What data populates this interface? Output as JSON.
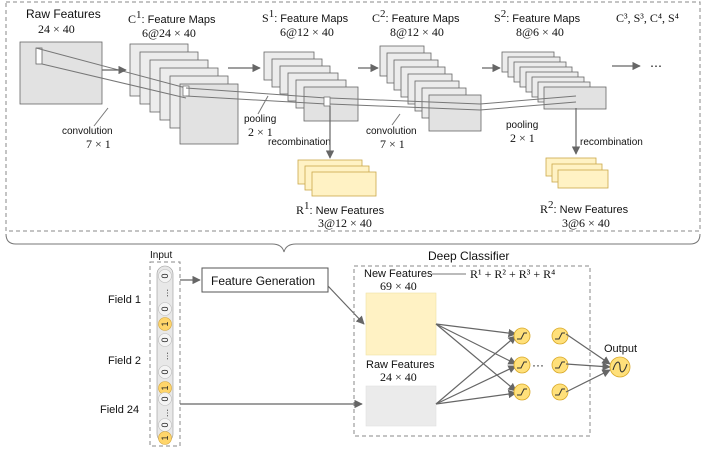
{
  "top": {
    "raw": {
      "title": "Raw Features",
      "dim": "24 × 40"
    },
    "c1": {
      "sym": "C",
      "sup": "1",
      "label": ": Feature Maps",
      "dim": "6@24 × 40"
    },
    "s1": {
      "sym": "S",
      "sup": "1",
      "label": ": Feature Maps",
      "dim": "6@12 × 40"
    },
    "c2": {
      "sym": "C",
      "sup": "2",
      "label": ": Feature Maps",
      "dim": "8@12 × 40"
    },
    "s2": {
      "sym": "S",
      "sup": "2",
      "label": ": Feature Maps",
      "dim": "8@6 × 40"
    },
    "rest": "C³, S³, C⁴, S⁴",
    "ellipsis": "⋯",
    "conv1": {
      "name": "convolution",
      "size": "7 × 1"
    },
    "pool1": {
      "name": "pooling",
      "size": "2 × 1"
    },
    "conv2": {
      "name": "convolution",
      "size": "7 × 1"
    },
    "pool2": {
      "name": "pooling",
      "size": "2 × 1"
    },
    "recomb1": "recombination",
    "recomb2": "recombination",
    "r1": {
      "sym": "R",
      "sup": "1",
      "label": ": New Features",
      "dim": "3@12 × 40"
    },
    "r2": {
      "sym": "R",
      "sup": "2",
      "label": ": New Features",
      "dim": "3@6 × 40"
    }
  },
  "bottom": {
    "input_title": "Input",
    "feature_generation": "Feature Generation",
    "fields": [
      "Field 1",
      "Field 2",
      "Field 24"
    ],
    "bits": [
      "0",
      "…",
      "0",
      "1",
      "0",
      "…",
      "0",
      "1",
      "0",
      "…",
      "0",
      "1"
    ],
    "dots": "⋯",
    "deep_classifier": "Deep Classifier",
    "new_features": {
      "title": "New Features",
      "dim": "69 × 40"
    },
    "raw_features": {
      "title": "Raw Features",
      "dim": "24 × 40"
    },
    "formula": "R¹ + R² + R³ + R⁴",
    "hidden_dots": "···",
    "output": "Output"
  }
}
